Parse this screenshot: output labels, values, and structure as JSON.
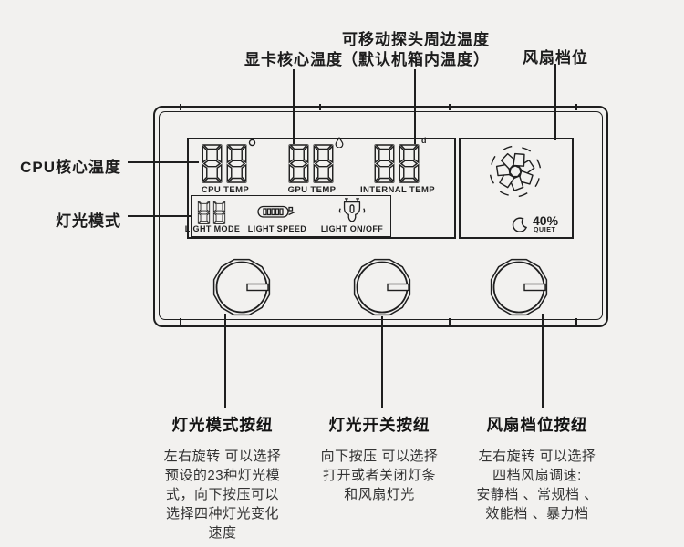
{
  "meta": {
    "background_color": "#f2f1ef",
    "line_color": "#1f1f1f"
  },
  "callouts": {
    "cpu_temp": "CPU核心温度",
    "light_mode": "灯光模式",
    "gpu_temp": "显卡核心温度",
    "probe_line1": "可移动探头周边温度",
    "probe_line2": "（默认机箱内温度）",
    "fan_gear": "风扇档位"
  },
  "display": {
    "cpu": {
      "value": "88",
      "label": "CPU TEMP"
    },
    "gpu": {
      "value": "88",
      "label": "GPU TEMP"
    },
    "internal": {
      "value": "88",
      "label": "INTERNAL TEMP"
    },
    "internal_unit_glyph": "d",
    "light_mode_value": "88",
    "light_mode_label": "LIGHT MODE",
    "light_speed_label": "LIGHT SPEED",
    "light_onoff_label": "LIGHT ON/OFF",
    "fan": {
      "percent": "40%",
      "mode": "QUIET"
    }
  },
  "buttons": [
    {
      "title": "灯光模式按纽",
      "desc": [
        "左右旋转 可以选择",
        "预设的23种灯光模",
        "式，向下按压可以",
        "选择四种灯光变化",
        "速度"
      ]
    },
    {
      "title": "灯光开关按纽",
      "desc": [
        "向下按压 可以选择",
        "打开或者关闭灯条",
        "和风扇灯光"
      ]
    },
    {
      "title": "风扇档位按纽",
      "desc": [
        "左右旋转 可以选择",
        "四档风扇调速:",
        "安静档 、常规档 、",
        "效能档 、暴力档"
      ]
    }
  ]
}
